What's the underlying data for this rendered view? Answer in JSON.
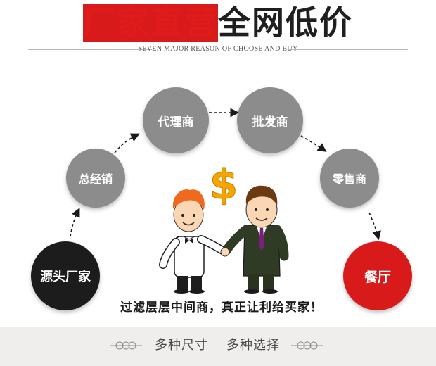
{
  "header": {
    "title_red": "厂家直营",
    "title_dark": "全网低价",
    "subtitle": "SEVEN MAJOR REASON OF CHOOSE AND BUY"
  },
  "flow": {
    "source": "源头厂家",
    "distributor": "总经销",
    "agent": "代理商",
    "wholesaler": "批发商",
    "retailer": "零售商",
    "restaurant": "餐厅"
  },
  "dollar_sign": "$",
  "slogan": "过滤层层中间商，真正让利给买家！",
  "footer": {
    "left": "多种尺寸",
    "right": "多种选择"
  },
  "colors": {
    "accent_red": "#d91a1a",
    "node_gray": "#8c8c8c",
    "node_black": "#1c1c1c",
    "dollar_gold": "#f5a400"
  }
}
